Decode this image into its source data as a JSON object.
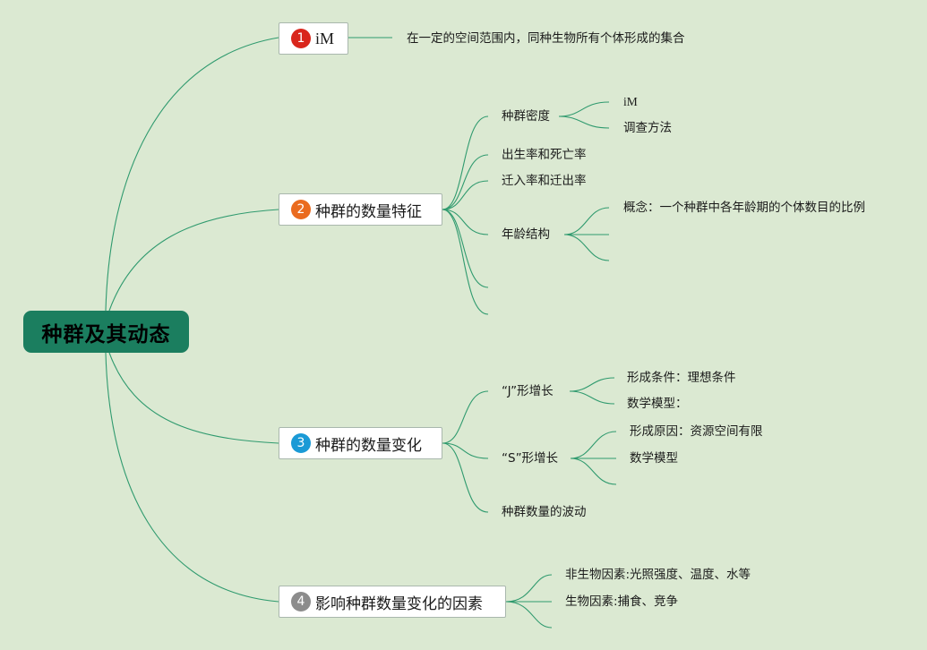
{
  "root": {
    "label": "种群及其动态"
  },
  "topics": [
    {
      "num": "1",
      "label": "iM",
      "color": "#d9261c",
      "items": [
        {
          "label": "在一定的空间范围内，同种生物所有个体形成的集合"
        }
      ]
    },
    {
      "num": "2",
      "label": "种群的数量特征",
      "color": "#ea6b1f",
      "items": [
        {
          "label": "种群密度",
          "children": [
            "iM",
            "调查方法"
          ]
        },
        {
          "label": "出生率和死亡率"
        },
        {
          "label": "迁入率和迁出率"
        },
        {
          "label": "年龄结构",
          "children": [
            "概念：一个种群中各年龄期的个体数目的比例",
            "",
            ""
          ]
        },
        {
          "label": ""
        },
        {
          "label": ""
        }
      ]
    },
    {
      "num": "3",
      "label": "种群的数量变化",
      "color": "#1a9ad6",
      "items": [
        {
          "label": "“J”形增长",
          "children": [
            "形成条件：理想条件",
            "数学模型："
          ]
        },
        {
          "label": "“S”形增长",
          "children": [
            "形成原因：资源空间有限",
            "数学模型",
            ""
          ]
        },
        {
          "label": "种群数量的波动"
        }
      ]
    },
    {
      "num": "4",
      "label": "影响种群数量变化的因素",
      "color": "#8c8c8c",
      "items": [
        {
          "label": "非生物因素:光照强度、温度、水等"
        },
        {
          "label": "生物因素:捕食、竞争"
        },
        {
          "label": ""
        }
      ]
    }
  ]
}
